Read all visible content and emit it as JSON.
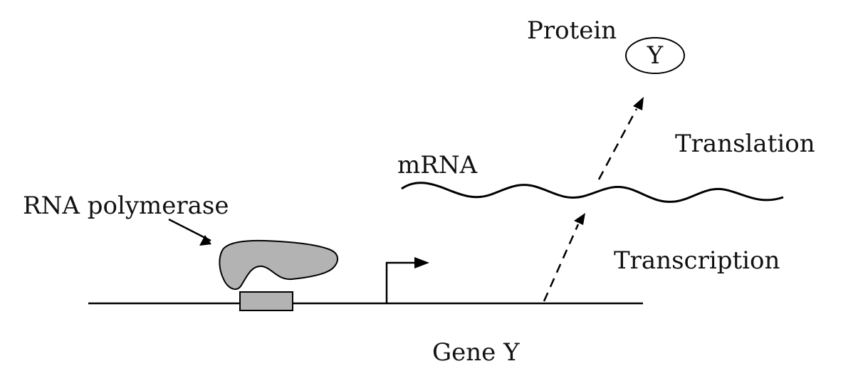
{
  "diagram": {
    "labels": {
      "protein": "Protein",
      "protein_symbol": "Y",
      "translation": "Translation",
      "mrna": "mRNA",
      "rna_polymerase": "RNA polymerase",
      "transcription": "Transcription",
      "gene": "Gene Y"
    },
    "colors": {
      "line": "#000000",
      "polymerase_fill": "#b3b3b3",
      "promoter_fill": "#b3b3b3",
      "text": "#111111"
    }
  }
}
